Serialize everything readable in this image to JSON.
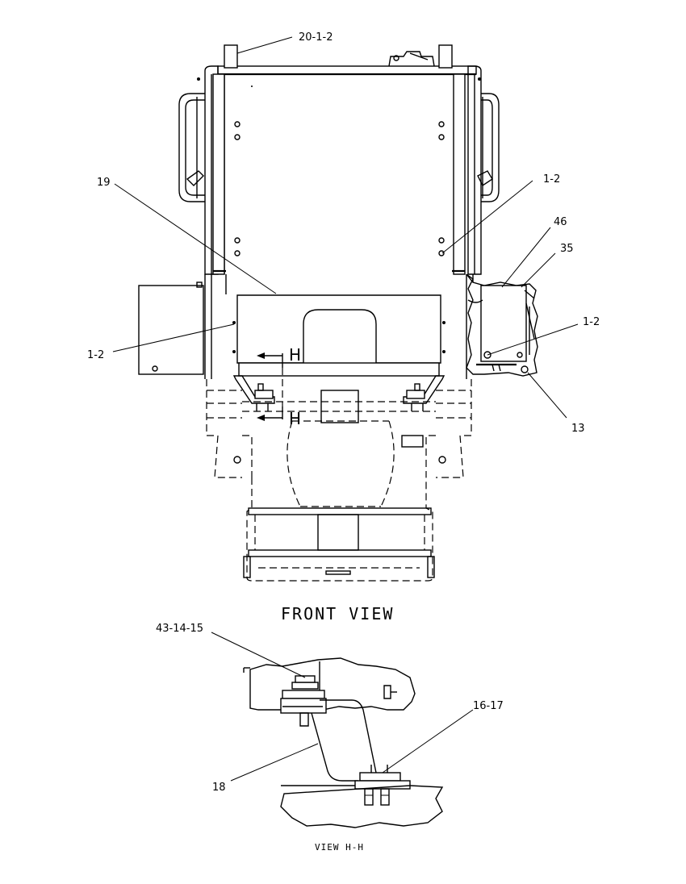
{
  "views": {
    "front_view_title": "FRONT VIEW",
    "section_view_title": "VIEW H-H",
    "section_marker": "H"
  },
  "callouts": {
    "c_20_1_2": "20-1-2",
    "c_1_2_upper": "1-2",
    "c_46": "46",
    "c_35": "35",
    "c_19": "19",
    "c_1_2_left": "1-2",
    "c_1_2_right": "1-2",
    "c_13": "13",
    "c_43_14_15": "43-14-15",
    "c_16_17": "16-17",
    "c_18": "18"
  }
}
